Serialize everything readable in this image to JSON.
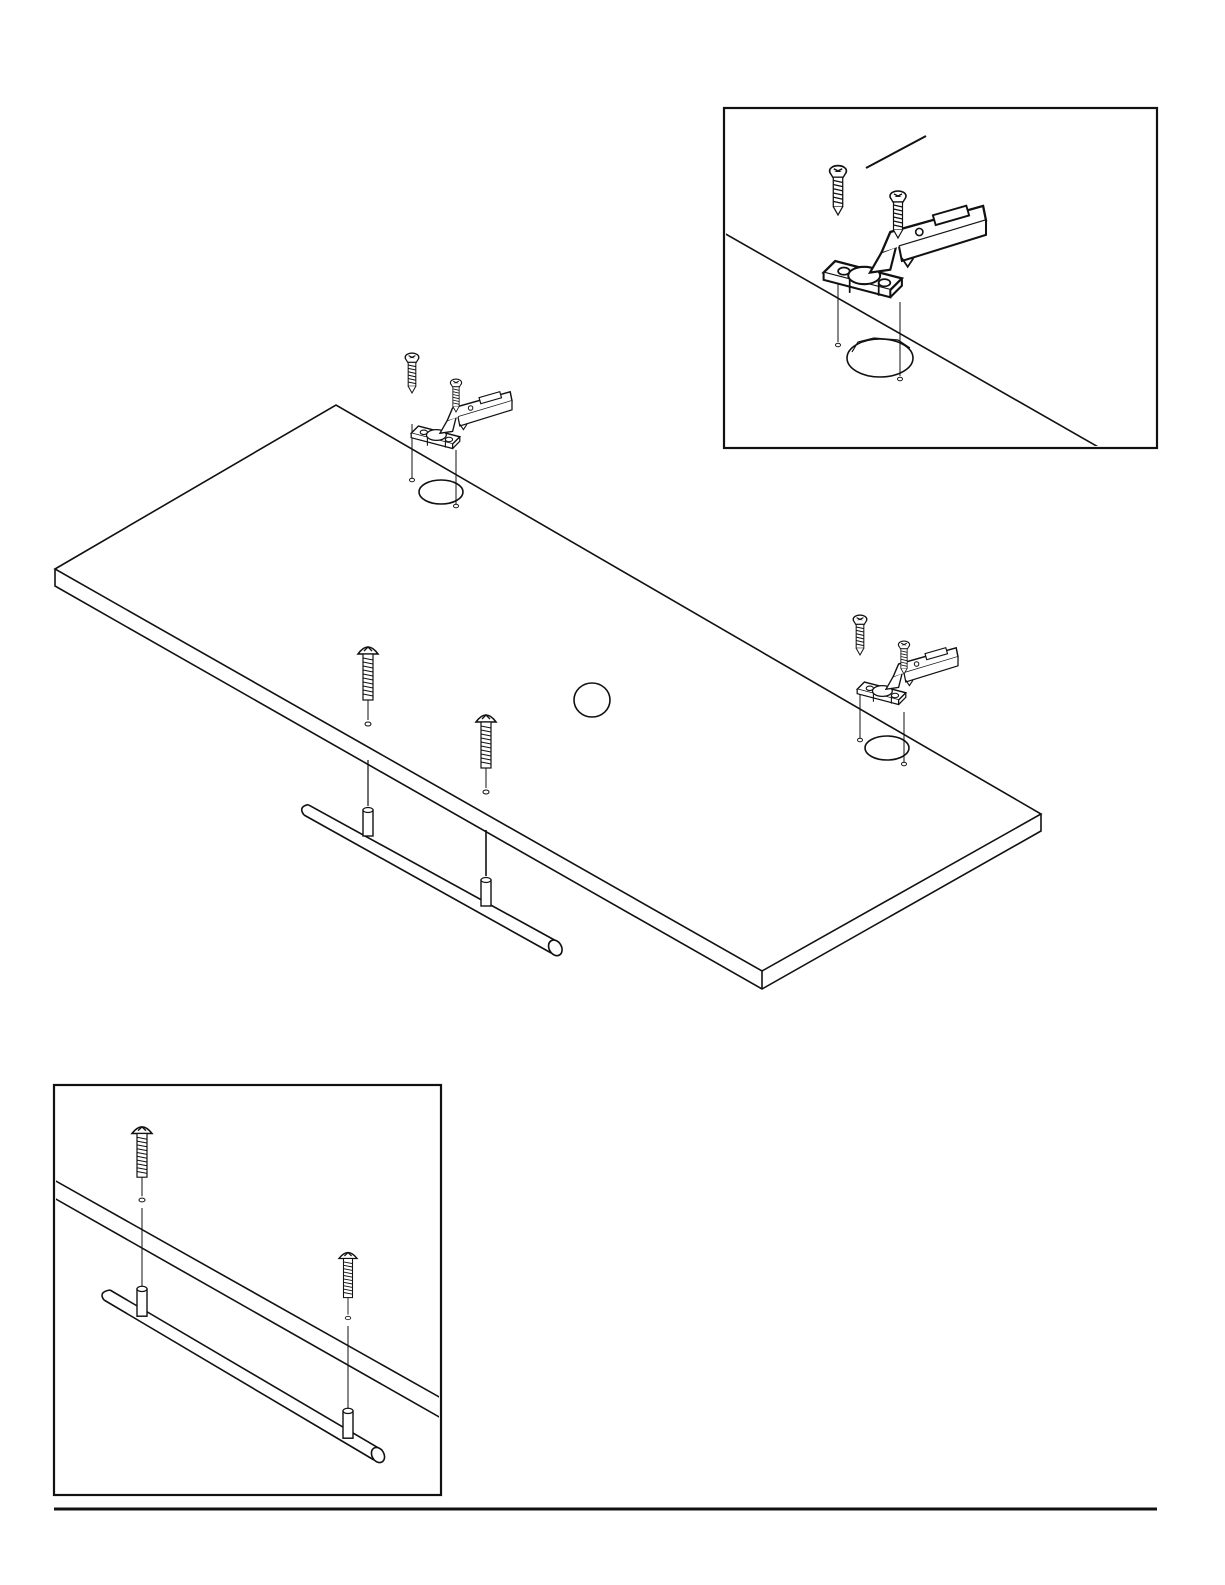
{
  "page": {
    "background": "#ffffff",
    "ink_color": "#111111"
  },
  "diagram": {
    "kind": "assembly-instruction-illustration",
    "main_view": {
      "part": "door-panel",
      "hinges": 2,
      "hinge_screws_per_hinge": 2,
      "handle": "bar-pull-handle",
      "handle_screws": 2,
      "knob_hole": 1
    },
    "detail_views": [
      {
        "name": "hinge-detail",
        "shows": "hinge-with-2-screws"
      },
      {
        "name": "handle-detail",
        "shows": "handle-with-2-screws"
      }
    ],
    "footer_rule": true
  }
}
